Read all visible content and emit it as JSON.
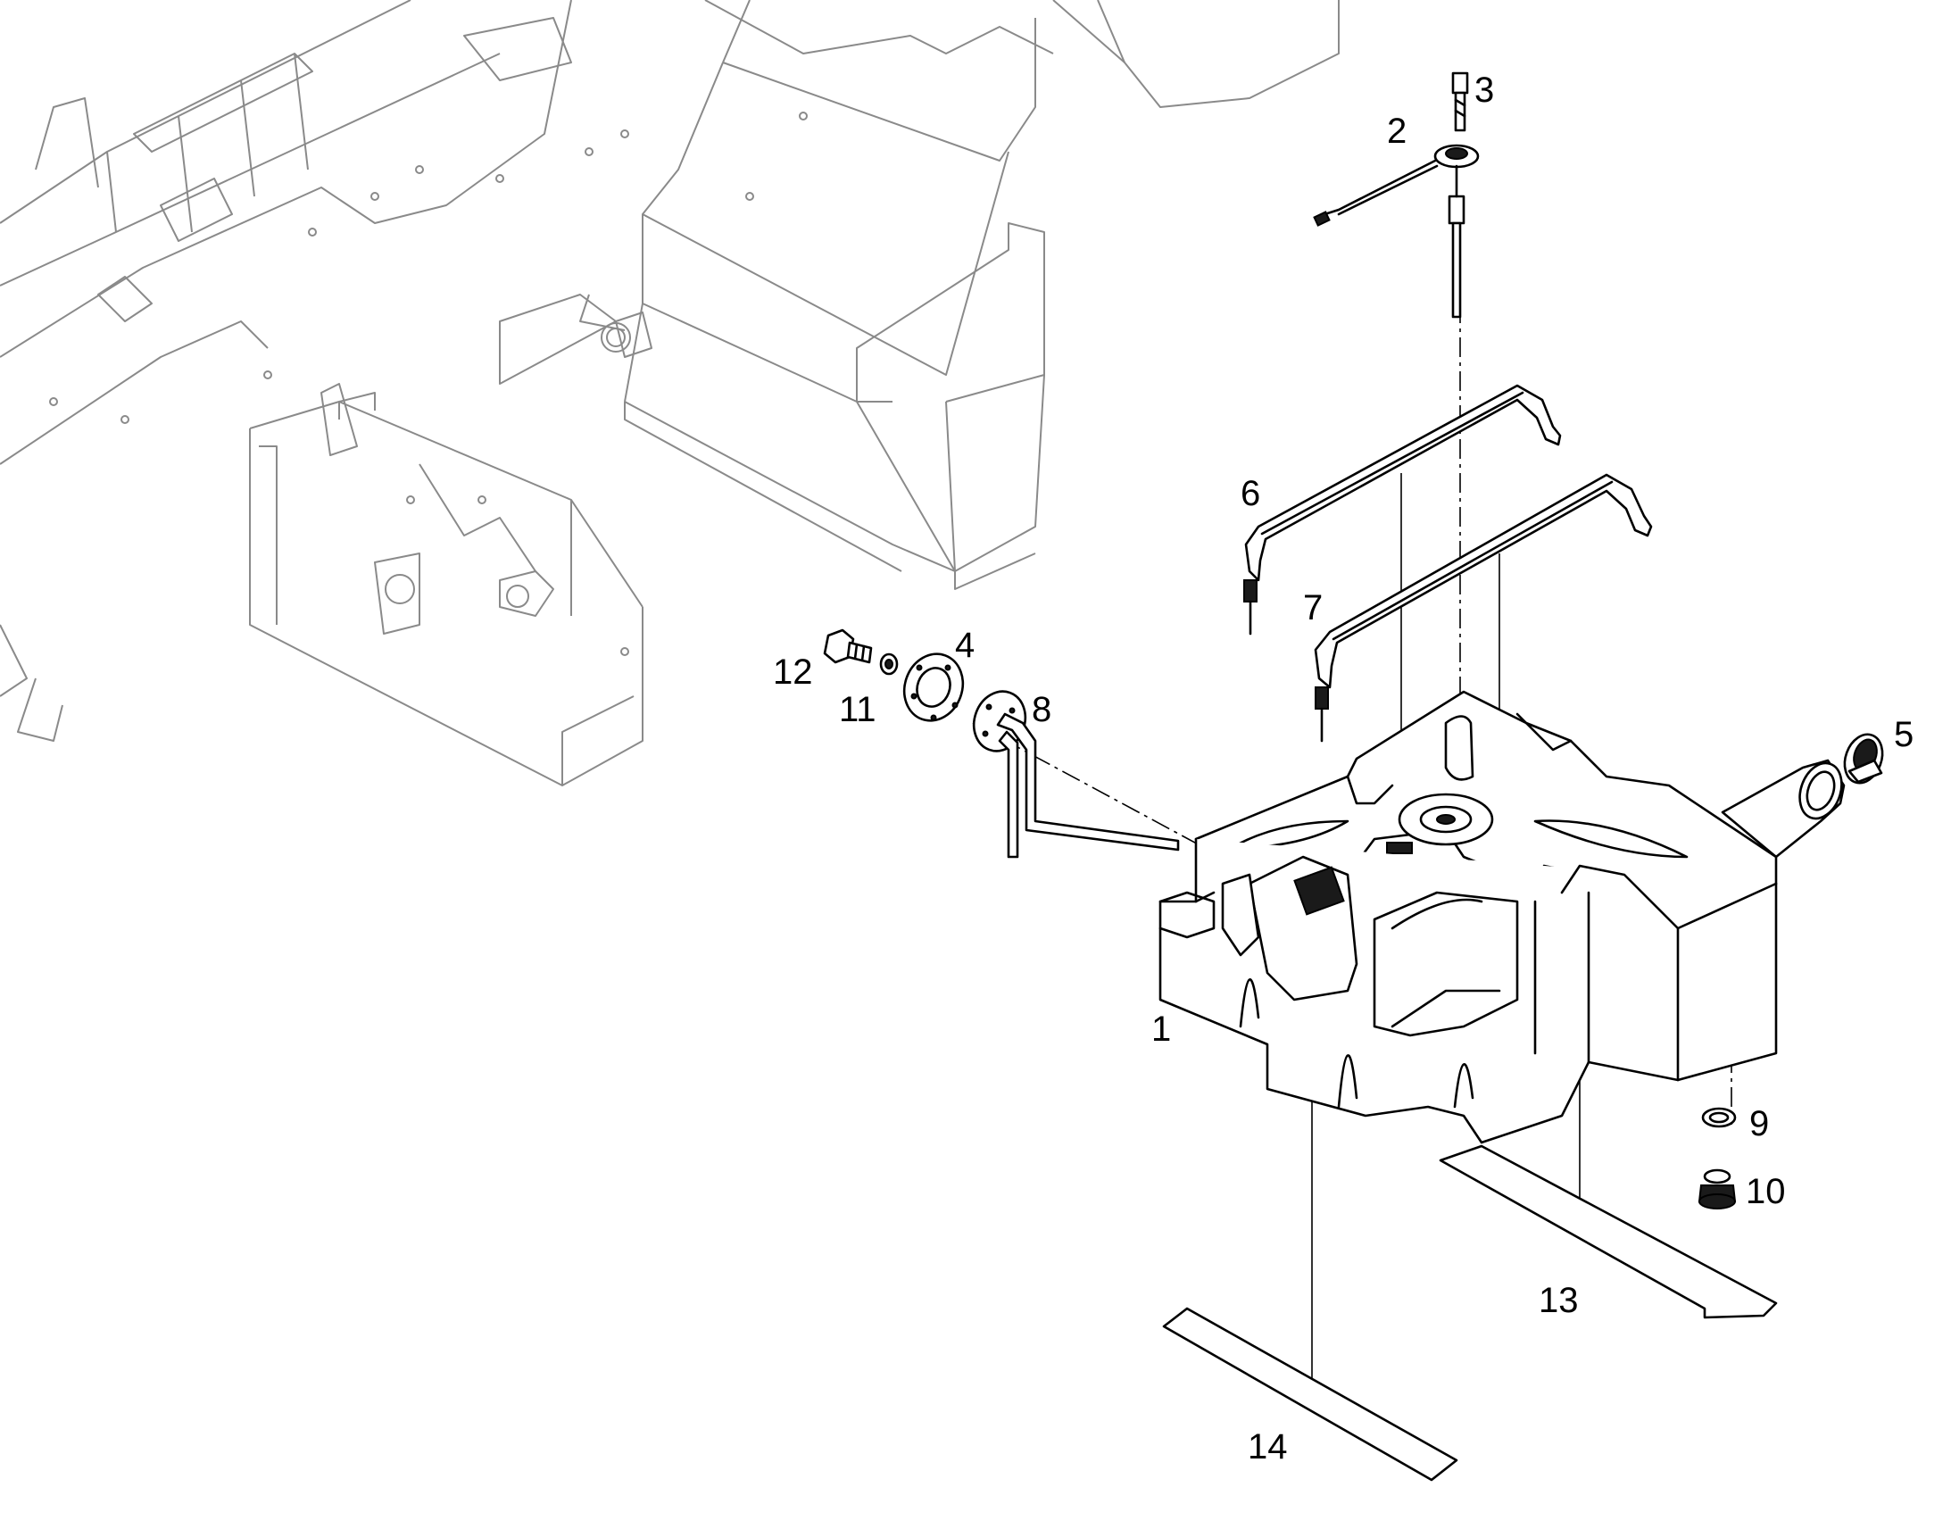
{
  "callouts": {
    "c1": "1",
    "c2": "2",
    "c3": "3",
    "c4": "4",
    "c5": "5",
    "c6": "6",
    "c7": "7",
    "c8": "8",
    "c9": "9",
    "c10": "10",
    "c11": "11",
    "c12": "12",
    "c13": "13",
    "c14": "14"
  },
  "colors": {
    "background": "#ffffff",
    "part_line": "#000000",
    "frame_line": "#8a8a8a"
  }
}
